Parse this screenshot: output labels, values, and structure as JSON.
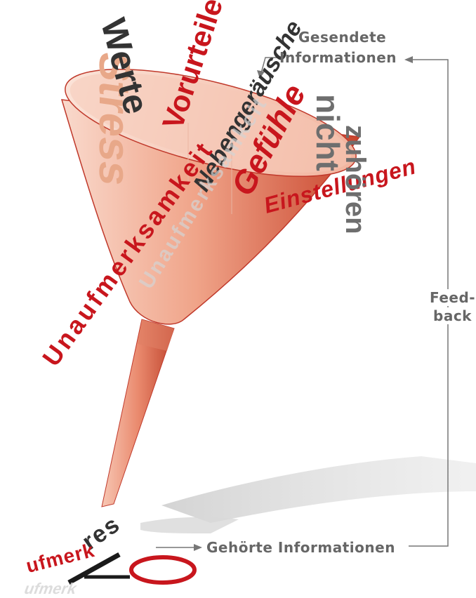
{
  "labels": {
    "sent": [
      "Gesendete",
      "Informationen"
    ],
    "feedback": [
      "Feed-",
      "back"
    ],
    "heard": "Gehörte Informationen"
  },
  "filter_words": {
    "stress": "Stress",
    "werte": "Werte",
    "vorurteile": "Vorurteile",
    "nebengeraeusche": "Nebengeräusche",
    "gefuehle": "Gefühle",
    "unaufmerksamkeit": "Unaufmerksamkeit",
    "einstellungen": "Einstellungen",
    "nicht": "nicht",
    "zuhoeren": "zuhören"
  },
  "fragments": {
    "res": "res",
    "ufmerk": "ufmerk",
    "ufmerk_shadow": "ufmerk"
  },
  "colors": {
    "accent": "#c8161d",
    "funnel": "#e8866a",
    "label": "#666666",
    "text_dark": "#333333"
  }
}
